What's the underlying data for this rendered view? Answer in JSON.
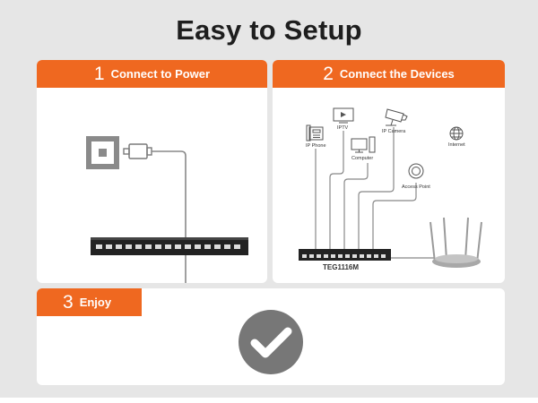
{
  "title": "Easy to Setup",
  "steps": [
    {
      "number": "1",
      "label": "Connect to Power"
    },
    {
      "number": "2",
      "label": "Connect the Devices"
    },
    {
      "number": "3",
      "label": "Enjoy"
    }
  ],
  "devices": {
    "ip_phone": "IP Phone",
    "iptv": "IPTV",
    "computer": "Computer",
    "ip_camera": "IP Camera",
    "access_point": "Access Point",
    "internet": "Internet"
  },
  "switch_model": "TEG1116M",
  "colors": {
    "accent": "#ef6820",
    "panel": "#e6e6e6",
    "card": "#ffffff",
    "check": "#777777"
  },
  "icons": [
    "power-outlet-icon",
    "power-plug-icon",
    "switch-icon",
    "phone-icon",
    "tv-icon",
    "computer-icon",
    "camera-icon",
    "access-point-icon",
    "globe-icon",
    "router-icon",
    "checkmark-icon"
  ]
}
